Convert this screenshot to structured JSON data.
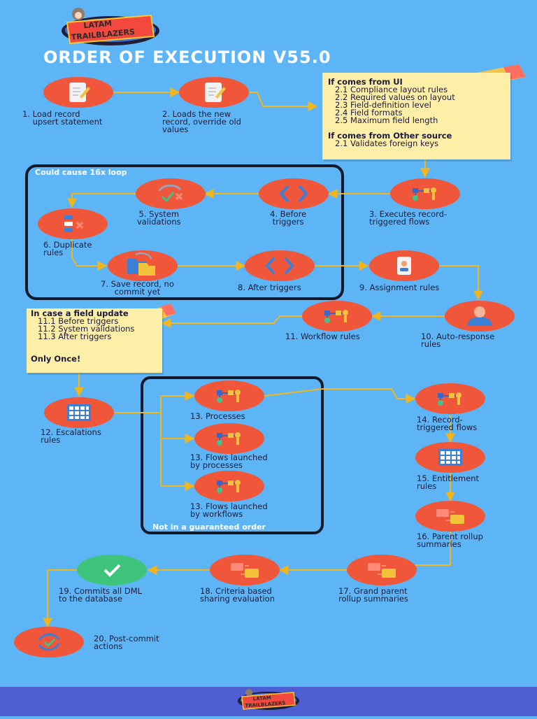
{
  "header": {
    "logo_text": "LATAM TRAILBLAZERS",
    "title": "ORDER OF EXECUTION V55.0"
  },
  "steps": {
    "s1": "1. Load record\n    upsert statement",
    "s2": "2. Loads the new\nrecord, override old\nvalues",
    "s3": "3. Executes record-\ntriggered flows",
    "s4": "4. Before\ntriggers",
    "s5": "5. System\nvalidations",
    "s6": "6. Duplicate\nrules",
    "s7": "7. Save record, no\ncommit yet",
    "s8": "8. After triggers",
    "s9": "9. Assignment rules",
    "s10": "10. Auto-response\nrules",
    "s11": "11. Workflow rules",
    "s12": "12. Escalations\nrules",
    "s13a": "13. Processes",
    "s13b": "13. Flows launched\nby processes",
    "s13c": "13. Flows launched\nby workflows",
    "s14": "14. Record-\ntriggered flows",
    "s15": "15. Entitlement\nrules",
    "s16": "16. Parent rollup\nsummaries",
    "s17": "17. Grand parent\nrollup summaries",
    "s18": "18. Criteria based\nsharing evaluation",
    "s19": "19. Commits all DML\nto the database",
    "s20": "20. Post-commit\nactions"
  },
  "note_ui": {
    "heading1": "If comes from UI",
    "items1": [
      "2.1 Compliance layout rules",
      "2.2 Required values on layout",
      "2.3 Field-definition level",
      "2.4 Field formats",
      "2.5 Maximum field length"
    ],
    "heading2": "If comes from Other source",
    "items2": [
      "2.1 Validates foreign keys"
    ]
  },
  "note_field": {
    "heading": "In case a field update",
    "items": [
      "11.1 Before triggers",
      "11.2 System validations",
      "11.3 After triggers"
    ],
    "footer": "Only Once!"
  },
  "boxes": {
    "loop_title": "Could cause 16x loop",
    "order_title": "Not in a guaranteed order"
  },
  "colors": {
    "background": "#5eb5f5",
    "node": "#f0573a",
    "check_node": "#3fc47e",
    "arrow": "#f2b51c",
    "note": "#fdeea8",
    "footer": "#4d5ed3"
  }
}
